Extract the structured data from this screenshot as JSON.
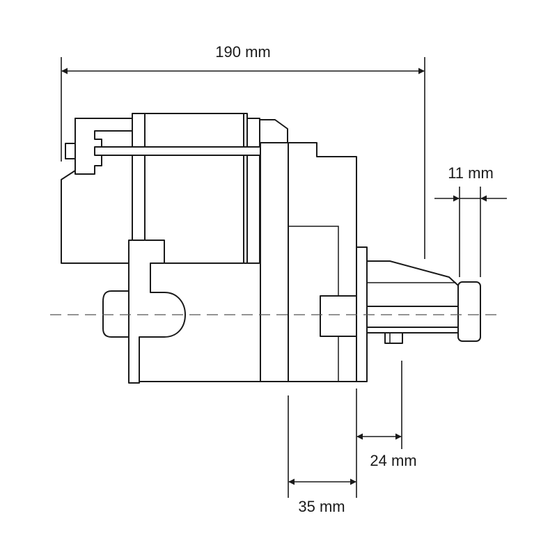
{
  "colors": {
    "line": "#1a1a1a",
    "centerline": "#555555",
    "background": "#ffffff"
  },
  "dimensions": {
    "overall_length": "190 mm",
    "pinion_width": "11 mm",
    "flange_offset": "24 mm",
    "mount_width": "35 mm"
  }
}
